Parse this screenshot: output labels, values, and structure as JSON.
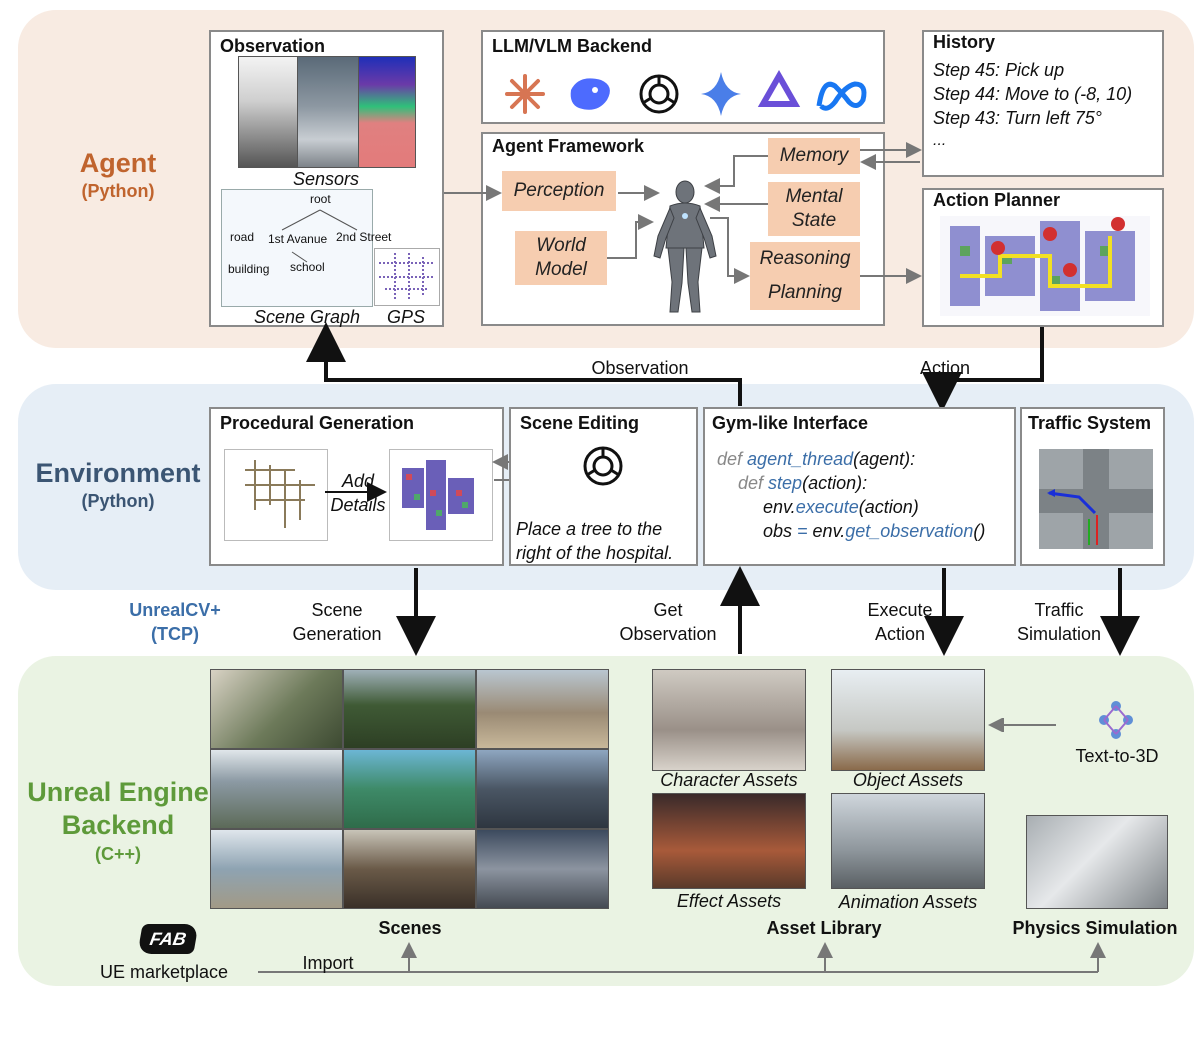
{
  "agent": {
    "label": "Agent",
    "sublabel": "(Python)",
    "observation": {
      "title": "Observation",
      "sensors_label": "Sensors",
      "scene_graph_label": "Scene Graph",
      "gps_label": "GPS",
      "scene_graph_nodes": [
        "root",
        "road",
        "1st Avanue",
        "2nd Street",
        "building",
        "school"
      ]
    },
    "llm": {
      "title": "LLM/VLM Backend"
    },
    "framework": {
      "title": "Agent Framework",
      "perception": "Perception",
      "world_model_1": "World",
      "world_model_2": "Model",
      "memory": "Memory",
      "mental_1": "Mental",
      "mental_2": "State",
      "reasoning": "Reasoning",
      "planning": "Planning"
    },
    "history": {
      "title": "History",
      "items": [
        "Step 45: Pick up",
        "Step 44: Move to (-8, 10)",
        "Step 43: Turn left 75°",
        "..."
      ]
    },
    "action_planner": {
      "title": "Action Planner"
    }
  },
  "flow": {
    "observation": "Observation",
    "action": "Action"
  },
  "environment": {
    "label": "Environment",
    "sublabel": "(Python)",
    "procedural": {
      "title": "Procedural Generation",
      "add": "Add",
      "details": "Details"
    },
    "scene_editing": {
      "title": "Scene Editing",
      "caption_1": "Place a tree to the",
      "caption_2": "right of the hospital."
    },
    "gym": {
      "title": "Gym-like Interface",
      "def1": "def",
      "fn1": "agent_thread",
      "arg1": "(agent):",
      "def2": "def",
      "fn2": "step",
      "arg2": "(action):",
      "l3a": "env.",
      "fn3": "execute",
      "l3b": "(action)",
      "l4a": "obs",
      "l4eq": " = ",
      "l4b": "env.",
      "fn4": "get_observation",
      "l4c": "()"
    },
    "traffic": {
      "title": "Traffic System"
    }
  },
  "links": {
    "protocol_1": "UnrealCV+",
    "protocol_2": "(TCP)",
    "scene_gen_1": "Scene",
    "scene_gen_2": "Generation",
    "get_obs_1": "Get",
    "get_obs_2": "Observation",
    "exec_1": "Execute",
    "exec_2": "Action",
    "traffic_1": "Traffic",
    "traffic_2": "Simulation"
  },
  "ue": {
    "label_1": "Unreal Engine",
    "label_2": "Backend",
    "sublabel": "(C++)",
    "scenes": "Scenes",
    "character_assets": "Character Assets",
    "object_assets": "Object Assets",
    "effect_assets": "Effect Assets",
    "animation_assets": "Animation Assets",
    "asset_library": "Asset Library",
    "text_to_3d": "Text-to-3D",
    "physics": "Physics Simulation",
    "fab": "FAB",
    "marketplace": "UE marketplace",
    "import": "Import"
  },
  "colors": {
    "agent_band": "#f8ebe2",
    "env_band": "#e6eef6",
    "ue_band": "#eaf3e3",
    "agent_label": "#c0642e",
    "env_label": "#3b5573",
    "ue_label": "#5e9a3a",
    "protocol": "#3b6ea8",
    "salmon": "#f6cdb0"
  }
}
